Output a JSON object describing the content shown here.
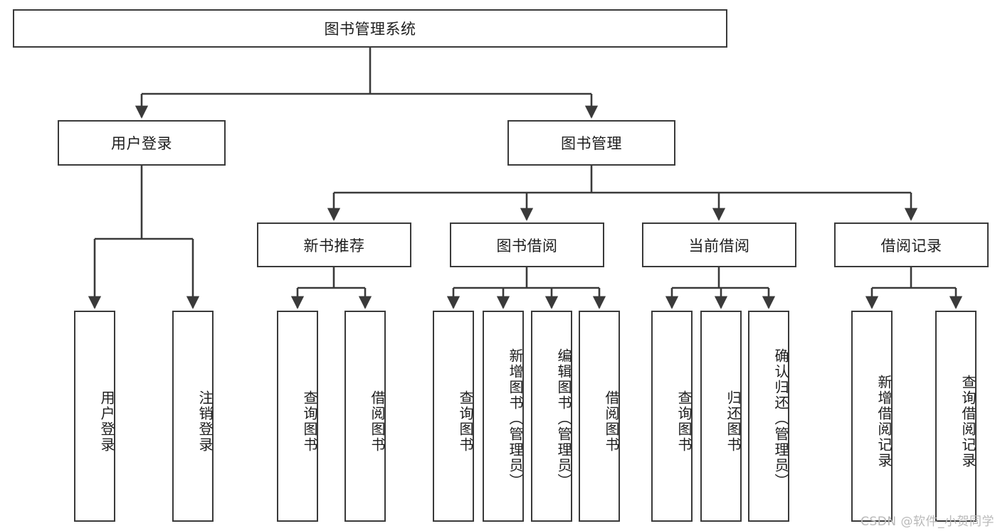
{
  "diagram": {
    "title": "图书管理系统",
    "watermark": "CSDN @软件_小贺同学",
    "line_color": "#3a3a3a",
    "box_fill": "#ffffff",
    "text_color": "#1d1d1d",
    "watermark_color": "#b9b9b9",
    "root": {
      "label": "图书管理系统"
    },
    "level2": [
      {
        "label": "用户登录"
      },
      {
        "label": "图书管理"
      }
    ],
    "level3": [
      {
        "label": "新书推荐"
      },
      {
        "label": "图书借阅"
      },
      {
        "label": "当前借阅"
      },
      {
        "label": "借阅记录"
      }
    ],
    "leaves": {
      "user_login": [
        {
          "label": "用户登录"
        },
        {
          "label": "注销登录"
        }
      ],
      "new_book_recommend": [
        {
          "label": "查询图书"
        },
        {
          "label": "借阅图书"
        }
      ],
      "book_borrow": [
        {
          "label": "查询图书"
        },
        {
          "label": "新增图书（管理员）"
        },
        {
          "label": "编辑图书（管理员）"
        },
        {
          "label": "借阅图书"
        }
      ],
      "current_borrow": [
        {
          "label": "查询图书"
        },
        {
          "label": "归还图书"
        },
        {
          "label": "确认归还（管理员）"
        }
      ],
      "borrow_records": [
        {
          "label": "新增借阅记录"
        },
        {
          "label": "查询借阅记录"
        }
      ]
    }
  }
}
